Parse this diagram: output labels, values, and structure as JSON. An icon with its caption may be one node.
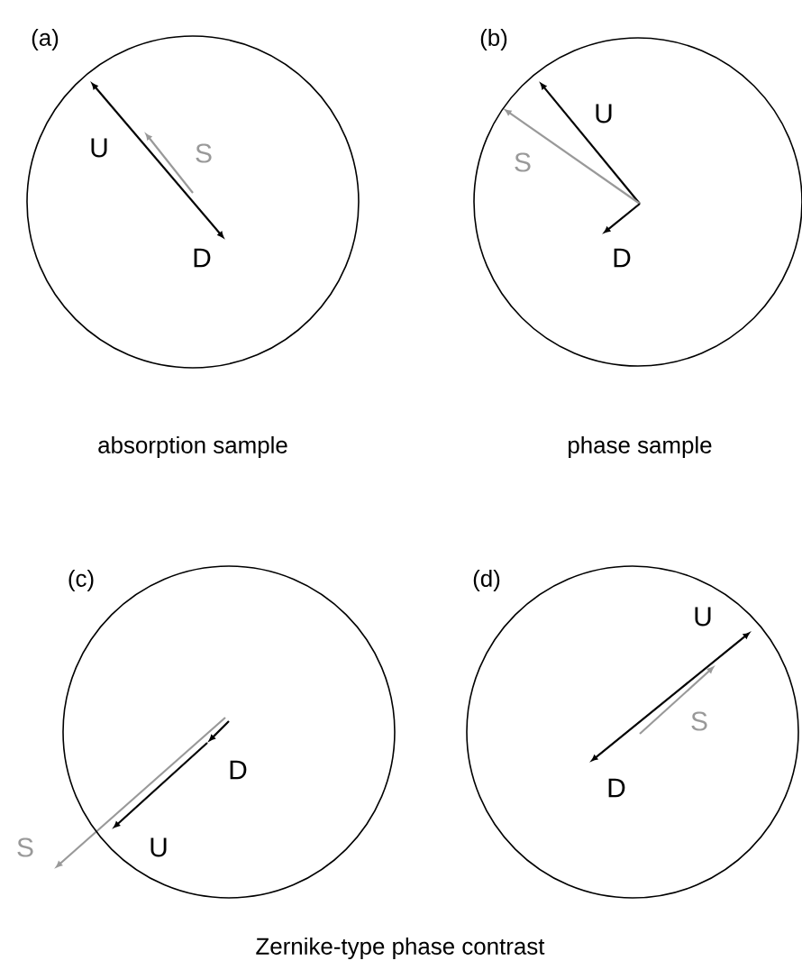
{
  "diagram": {
    "nodes": [
      {
        "text": [
          "U",
          "S",
          "D"
        ]
      },
      {
        "text": [
          "U",
          "S",
          "D"
        ]
      },
      {
        "text": [
          "D",
          "S",
          "U"
        ]
      },
      {
        "text": [
          "U",
          "S",
          "D"
        ]
      }
    ],
    "labels": [
      "(a)",
      "(b)",
      "absorption sample",
      "phase sample",
      "(c)",
      "(d)",
      "Zernike-type phase contrast"
    ]
  }
}
